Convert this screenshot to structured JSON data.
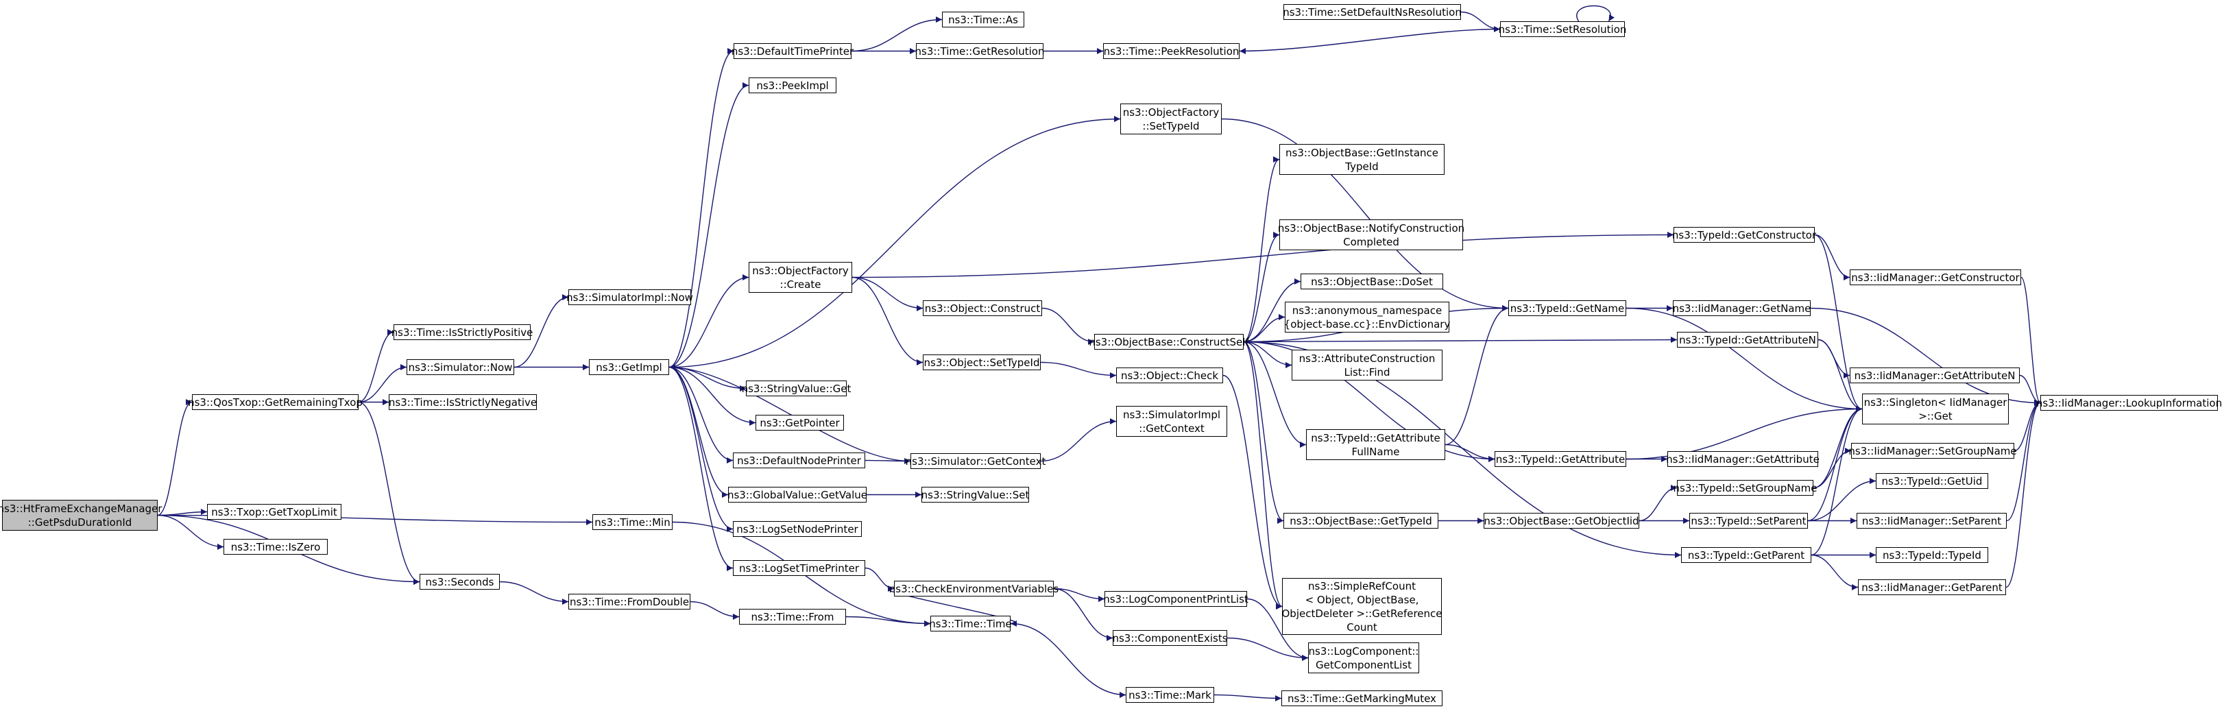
{
  "nodes": [
    {
      "id": "root",
      "label": [
        "ns3::HtFrameExchangeManager",
        "::GetPsduDurationId"
      ]
    },
    {
      "id": "getRemainingTxop",
      "label": [
        "ns3::QosTxop::GetRemainingTxop"
      ]
    },
    {
      "id": "getTxopLimit",
      "label": [
        "ns3::Txop::GetTxopLimit"
      ]
    },
    {
      "id": "isZero",
      "label": [
        "ns3::Time::IsZero"
      ]
    },
    {
      "id": "timeMin",
      "label": [
        "ns3::Time::Min"
      ]
    },
    {
      "id": "seconds",
      "label": [
        "ns3::Seconds"
      ]
    },
    {
      "id": "isStrictlyPositive",
      "label": [
        "ns3::Time::IsStrictlyPositive"
      ]
    },
    {
      "id": "simulatorNow",
      "label": [
        "ns3::Simulator::Now"
      ]
    },
    {
      "id": "isStrictlyNegative",
      "label": [
        "ns3::Time::IsStrictlyNegative"
      ]
    },
    {
      "id": "simulatorImplNow",
      "label": [
        "ns3::SimulatorImpl::Now"
      ]
    },
    {
      "id": "getImpl",
      "label": [
        "ns3::GetImpl"
      ]
    },
    {
      "id": "fromDouble",
      "label": [
        "ns3::Time::FromDouble"
      ]
    },
    {
      "id": "timeFrom",
      "label": [
        "ns3::Time::From"
      ]
    },
    {
      "id": "timeTime",
      "label": [
        "ns3::Time::Time"
      ]
    },
    {
      "id": "defaultTimePrinter",
      "label": [
        "ns3::DefaultTimePrinter"
      ]
    },
    {
      "id": "peekImpl",
      "label": [
        "ns3::PeekImpl"
      ]
    },
    {
      "id": "objectFactoryCreate",
      "label": [
        "ns3::ObjectFactory",
        "::Create"
      ]
    },
    {
      "id": "stringValueGet",
      "label": [
        "ns3::StringValue::Get"
      ]
    },
    {
      "id": "getPointer",
      "label": [
        "ns3::GetPointer"
      ]
    },
    {
      "id": "defaultNodePrinter",
      "label": [
        "ns3::DefaultNodePrinter"
      ]
    },
    {
      "id": "globalValueGetValue",
      "label": [
        "ns3::GlobalValue::GetValue"
      ]
    },
    {
      "id": "logSetNodePrinter",
      "label": [
        "ns3::LogSetNodePrinter"
      ]
    },
    {
      "id": "logSetTimePrinter",
      "label": [
        "ns3::LogSetTimePrinter"
      ]
    },
    {
      "id": "timeAs",
      "label": [
        "ns3::Time::As"
      ]
    },
    {
      "id": "timeGetResolution",
      "label": [
        "ns3::Time::GetResolution"
      ]
    },
    {
      "id": "peekResolution",
      "label": [
        "ns3::Time::PeekResolution"
      ]
    },
    {
      "id": "setDefaultNsResolution",
      "label": [
        "ns3::Time::SetDefaultNsResolution"
      ]
    },
    {
      "id": "setResolution",
      "label": [
        "ns3::Time::SetResolution"
      ]
    },
    {
      "id": "objectFactorySetTypeId",
      "label": [
        "ns3::ObjectFactory",
        "::SetTypeId"
      ]
    },
    {
      "id": "objectConstruct",
      "label": [
        "ns3::Object::Construct"
      ]
    },
    {
      "id": "objectSetTypeId",
      "label": [
        "ns3::Object::SetTypeId"
      ]
    },
    {
      "id": "simulatorGetContext",
      "label": [
        "ns3::Simulator::GetContext"
      ]
    },
    {
      "id": "stringValueSet",
      "label": [
        "ns3::StringValue::Set"
      ]
    },
    {
      "id": "checkEnvVars",
      "label": [
        "ns3::CheckEnvironmentVariables"
      ]
    },
    {
      "id": "objectBaseConstructSelf",
      "label": [
        "ns3::ObjectBase::ConstructSelf"
      ]
    },
    {
      "id": "objectCheck",
      "label": [
        "ns3::Object::Check"
      ]
    },
    {
      "id": "simulatorImplGetContext",
      "label": [
        "ns3::SimulatorImpl",
        "::GetContext"
      ]
    },
    {
      "id": "logComponentPrintList",
      "label": [
        "ns3::LogComponentPrintList"
      ]
    },
    {
      "id": "componentExists",
      "label": [
        "ns3::ComponentExists"
      ]
    },
    {
      "id": "timeMark",
      "label": [
        "ns3::Time::Mark"
      ]
    },
    {
      "id": "getInstanceTypeId",
      "label": [
        "ns3::ObjectBase::GetInstance",
        "TypeId"
      ]
    },
    {
      "id": "notifyConstructionCompleted",
      "label": [
        "ns3::ObjectBase::NotifyConstruction",
        "Completed"
      ]
    },
    {
      "id": "objectBaseDoSet",
      "label": [
        "ns3::ObjectBase::DoSet"
      ]
    },
    {
      "id": "envDictionary",
      "label": [
        "ns3::anonymous_namespace",
        "{object-base.cc}::EnvDictionary"
      ]
    },
    {
      "id": "attrConstructionListFind",
      "label": [
        "ns3::AttributeConstruction",
        "List::Find"
      ]
    },
    {
      "id": "getAttributeFullName",
      "label": [
        "ns3::TypeId::GetAttribute",
        "FullName"
      ]
    },
    {
      "id": "objectBaseGetTypeId",
      "label": [
        "ns3::ObjectBase::GetTypeId"
      ]
    },
    {
      "id": "simpleRefCount",
      "label": [
        "ns3::SimpleRefCount",
        "< Object, ObjectBase,",
        "ObjectDeleter >::GetReference",
        "Count"
      ]
    },
    {
      "id": "logComponentGetList",
      "label": [
        "ns3::LogComponent::",
        "GetComponentList"
      ]
    },
    {
      "id": "getMarkingMutex",
      "label": [
        "ns3::Time::GetMarkingMutex"
      ]
    },
    {
      "id": "typeIdGetName",
      "label": [
        "ns3::TypeId::GetName"
      ]
    },
    {
      "id": "typeIdGetAttribute",
      "label": [
        "ns3::TypeId::GetAttribute"
      ]
    },
    {
      "id": "getObjectIid",
      "label": [
        "ns3::ObjectBase::GetObjectIid"
      ]
    },
    {
      "id": "typeIdGetConstructor",
      "label": [
        "ns3::TypeId::GetConstructor"
      ]
    },
    {
      "id": "iidGetName",
      "label": [
        "ns3::IidManager::GetName"
      ]
    },
    {
      "id": "typeIdGetAttributeN",
      "label": [
        "ns3::TypeId::GetAttributeN"
      ]
    },
    {
      "id": "iidGetAttribute",
      "label": [
        "ns3::IidManager::GetAttribute"
      ]
    },
    {
      "id": "typeIdSetGroupName",
      "label": [
        "ns3::TypeId::SetGroupName"
      ]
    },
    {
      "id": "typeIdSetParent",
      "label": [
        "ns3::TypeId::SetParent"
      ]
    },
    {
      "id": "typeIdGetParent",
      "label": [
        "ns3::TypeId::GetParent"
      ]
    },
    {
      "id": "iidGetConstructor",
      "label": [
        "ns3::IidManager::GetConstructor"
      ]
    },
    {
      "id": "iidGetAttributeN",
      "label": [
        "ns3::IidManager::GetAttributeN"
      ]
    },
    {
      "id": "singletonGet",
      "label": [
        "ns3::Singleton< IidManager",
        ">::Get"
      ]
    },
    {
      "id": "iidSetGroupName",
      "label": [
        "ns3::IidManager::SetGroupName"
      ]
    },
    {
      "id": "typeIdGetUid",
      "label": [
        "ns3::TypeId::GetUid"
      ]
    },
    {
      "id": "iidSetParent",
      "label": [
        "ns3::IidManager::SetParent"
      ]
    },
    {
      "id": "typeIdTypeId",
      "label": [
        "ns3::TypeId::TypeId"
      ]
    },
    {
      "id": "iidGetParent",
      "label": [
        "ns3::IidManager::GetParent"
      ]
    },
    {
      "id": "lookupInformation",
      "label": [
        "ns3::IidManager::LookupInformation"
      ]
    }
  ],
  "edges": [
    [
      "root",
      "getRemainingTxop"
    ],
    [
      "root",
      "getTxopLimit"
    ],
    [
      "root",
      "isZero"
    ],
    [
      "root",
      "timeMin"
    ],
    [
      "root",
      "seconds"
    ],
    [
      "getRemainingTxop",
      "isStrictlyPositive"
    ],
    [
      "getRemainingTxop",
      "simulatorNow"
    ],
    [
      "getRemainingTxop",
      "isStrictlyNegative"
    ],
    [
      "getRemainingTxop",
      "seconds"
    ],
    [
      "simulatorNow",
      "simulatorImplNow"
    ],
    [
      "simulatorNow",
      "getImpl"
    ],
    [
      "timeMin",
      "timeTime"
    ],
    [
      "seconds",
      "fromDouble"
    ],
    [
      "fromDouble",
      "timeFrom"
    ],
    [
      "timeFrom",
      "timeTime"
    ],
    [
      "getImpl",
      "defaultTimePrinter"
    ],
    [
      "getImpl",
      "peekImpl"
    ],
    [
      "getImpl",
      "objectFactoryCreate"
    ],
    [
      "getImpl",
      "stringValueGet"
    ],
    [
      "getImpl",
      "getPointer"
    ],
    [
      "getImpl",
      "defaultNodePrinter"
    ],
    [
      "getImpl",
      "globalValueGetValue"
    ],
    [
      "getImpl",
      "logSetNodePrinter"
    ],
    [
      "getImpl",
      "logSetTimePrinter"
    ],
    [
      "getImpl",
      "objectFactorySetTypeId"
    ],
    [
      "defaultTimePrinter",
      "timeAs"
    ],
    [
      "defaultTimePrinter",
      "timeGetResolution"
    ],
    [
      "timeGetResolution",
      "peekResolution"
    ],
    [
      "setDefaultNsResolution",
      "setResolution"
    ],
    [
      "setResolution",
      "peekResolution"
    ],
    [
      "setResolution",
      "setResolution"
    ],
    [
      "objectFactorySetTypeId",
      "typeIdGetName"
    ],
    [
      "objectFactoryCreate",
      "objectConstruct"
    ],
    [
      "objectFactoryCreate",
      "objectSetTypeId"
    ],
    [
      "objectFactoryCreate",
      "typeIdGetConstructor"
    ],
    [
      "objectConstruct",
      "objectBaseConstructSelf"
    ],
    [
      "objectSetTypeId",
      "objectCheck"
    ],
    [
      "simulatorGetContext",
      "getImpl"
    ],
    [
      "simulatorGetContext",
      "simulatorImplGetContext"
    ],
    [
      "defaultNodePrinter",
      "simulatorGetContext"
    ],
    [
      "globalValueGetValue",
      "stringValueSet"
    ],
    [
      "logSetTimePrinter",
      "checkEnvVars"
    ],
    [
      "checkEnvVars",
      "logComponentPrintList"
    ],
    [
      "checkEnvVars",
      "componentExists"
    ],
    [
      "checkEnvVars",
      "timeTime"
    ],
    [
      "logComponentPrintList",
      "logComponentGetList"
    ],
    [
      "componentExists",
      "logComponentGetList"
    ],
    [
      "timeTime",
      "timeMark"
    ],
    [
      "timeMark",
      "getMarkingMutex"
    ],
    [
      "objectBaseConstructSelf",
      "getInstanceTypeId"
    ],
    [
      "objectBaseConstructSelf",
      "notifyConstructionCompleted"
    ],
    [
      "objectBaseConstructSelf",
      "objectBaseDoSet"
    ],
    [
      "objectBaseConstructSelf",
      "envDictionary"
    ],
    [
      "objectBaseConstructSelf",
      "attrConstructionListFind"
    ],
    [
      "objectBaseConstructSelf",
      "getAttributeFullName"
    ],
    [
      "objectBaseConstructSelf",
      "objectBaseGetTypeId"
    ],
    [
      "objectBaseConstructSelf",
      "simpleRefCount"
    ],
    [
      "objectBaseConstructSelf",
      "typeIdGetName"
    ],
    [
      "objectBaseConstructSelf",
      "typeIdGetAttribute"
    ],
    [
      "objectBaseConstructSelf",
      "typeIdGetAttributeN"
    ],
    [
      "objectBaseConstructSelf",
      "typeIdGetParent"
    ],
    [
      "objectCheck",
      "simpleRefCount"
    ],
    [
      "getAttributeFullName",
      "typeIdGetName"
    ],
    [
      "getAttributeFullName",
      "typeIdGetAttribute"
    ],
    [
      "objectBaseGetTypeId",
      "getObjectIid"
    ],
    [
      "getObjectIid",
      "typeIdSetGroupName"
    ],
    [
      "getObjectIid",
      "typeIdSetParent"
    ],
    [
      "typeIdGetName",
      "iidGetName"
    ],
    [
      "typeIdGetName",
      "singletonGet"
    ],
    [
      "typeIdGetAttribute",
      "iidGetAttribute"
    ],
    [
      "typeIdGetAttribute",
      "singletonGet"
    ],
    [
      "typeIdGetConstructor",
      "iidGetConstructor"
    ],
    [
      "typeIdGetConstructor",
      "singletonGet"
    ],
    [
      "typeIdGetAttributeN",
      "iidGetAttributeN"
    ],
    [
      "typeIdGetAttributeN",
      "singletonGet"
    ],
    [
      "typeIdSetGroupName",
      "iidSetGroupName"
    ],
    [
      "typeIdSetGroupName",
      "singletonGet"
    ],
    [
      "typeIdSetParent",
      "typeIdGetUid"
    ],
    [
      "typeIdSetParent",
      "iidSetParent"
    ],
    [
      "typeIdSetParent",
      "singletonGet"
    ],
    [
      "typeIdGetParent",
      "typeIdTypeId"
    ],
    [
      "typeIdGetParent",
      "iidGetParent"
    ],
    [
      "typeIdGetParent",
      "singletonGet"
    ],
    [
      "iidGetName",
      "lookupInformation"
    ],
    [
      "iidGetConstructor",
      "lookupInformation"
    ],
    [
      "iidGetAttributeN",
      "lookupInformation"
    ],
    [
      "iidSetGroupName",
      "lookupInformation"
    ],
    [
      "iidSetParent",
      "lookupInformation"
    ],
    [
      "iidGetParent",
      "lookupInformation"
    ]
  ],
  "colors": {
    "edge": "#191970",
    "node_border": "#000000",
    "node_fill": "#ffffff",
    "root_fill": "#bfbfbf"
  }
}
